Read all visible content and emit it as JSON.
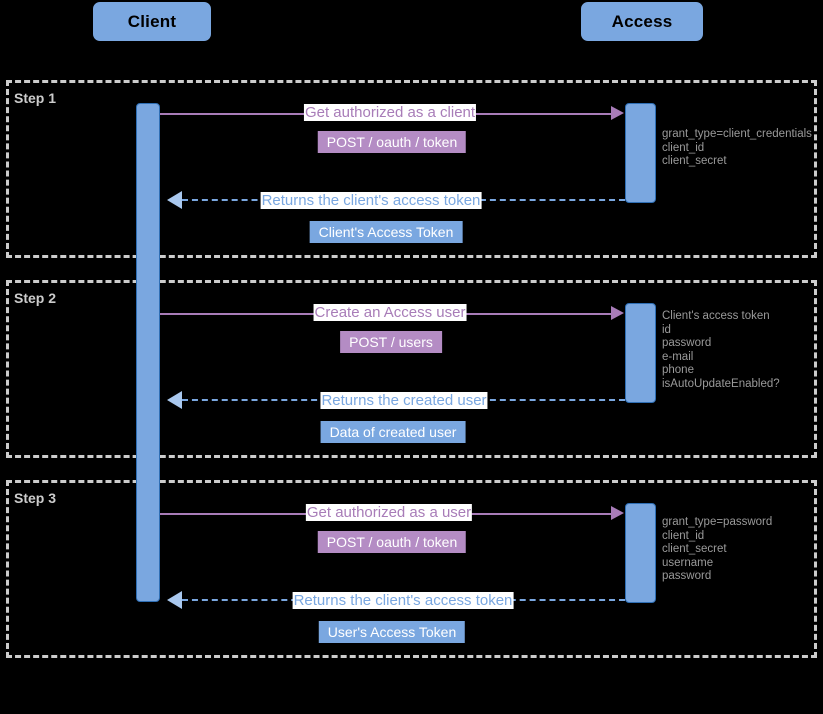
{
  "diagram": {
    "title": "OAuth Access API sequence diagram",
    "type": "sequence-diagram",
    "colors": {
      "background": "#000000",
      "participant_fill": "#7aa7e0",
      "activation_fill": "#7aa7e0",
      "activation_border": "#2f6fb5",
      "request_line": "#a87cb8",
      "reply_line": "#7aa7e0",
      "request_label": "#a87cb8",
      "reply_label": "#7aa7e0",
      "badge_purple": "#b48cc4",
      "badge_blue": "#7aa7e0",
      "frame_border": "#cccccc",
      "step_label": "#cccccc",
      "note_text": "#9a9a9a"
    }
  },
  "participants": [
    {
      "id": "client",
      "label": "Client"
    },
    {
      "id": "access",
      "label": "Access"
    }
  ],
  "steps": [
    {
      "label": "Step 1",
      "request": {
        "label": "Get authorized as a client",
        "badge": "POST / oauth / token"
      },
      "reply": {
        "label": "Returns the client's access token",
        "badge": "Client's Access Token"
      },
      "note_lines": [
        "grant_type=client_credentials",
        "client_id",
        "client_secret"
      ]
    },
    {
      "label": "Step 2",
      "request": {
        "label": "Create an Access user",
        "badge": "POST / users"
      },
      "reply": {
        "label": "Returns the created user",
        "badge": "Data of created user"
      },
      "note_lines": [
        "Client's access token",
        "id",
        "password",
        "e-mail",
        "phone",
        "isAutoUpdateEnabled?"
      ]
    },
    {
      "label": "Step 3",
      "request": {
        "label": "Get authorized as a user",
        "badge": "POST / oauth / token"
      },
      "reply": {
        "label": "Returns the client's access token",
        "badge": "User's Access Token"
      },
      "note_lines": [
        "grant_type=password",
        "client_id",
        "client_secret",
        "username",
        "password"
      ]
    }
  ]
}
